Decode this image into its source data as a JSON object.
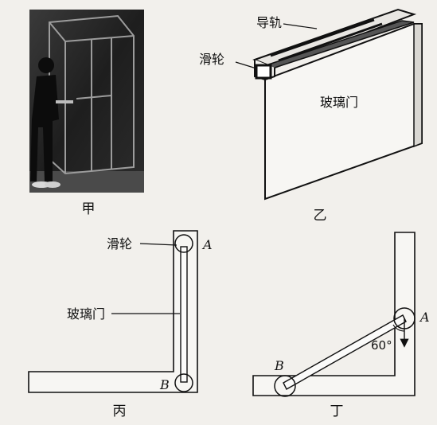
{
  "figure_jia": {
    "caption": "甲"
  },
  "figure_yi": {
    "caption": "乙",
    "rail_label": "导轨",
    "pulley_label": "滑轮",
    "door_label": "玻璃门"
  },
  "figure_bing": {
    "caption": "丙",
    "pulley_label": "滑轮",
    "door_label": "玻璃门",
    "point_a": "A",
    "point_b": "B"
  },
  "figure_ding": {
    "caption": "丁",
    "point_a": "A",
    "point_b": "B",
    "angle_label": "60°"
  }
}
